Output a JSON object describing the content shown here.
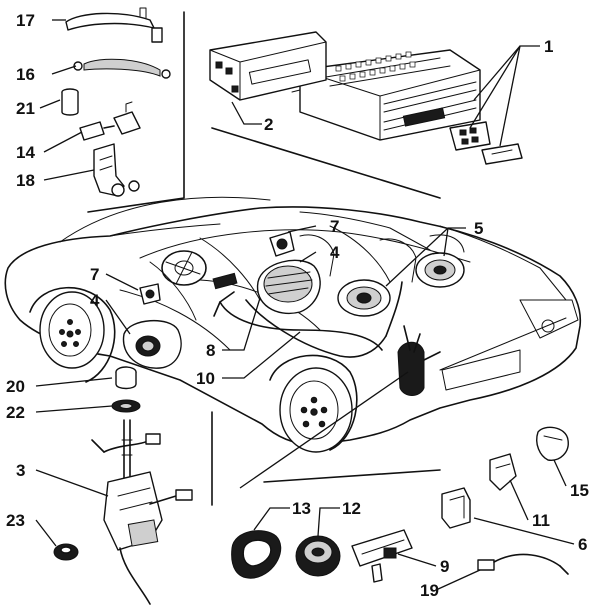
{
  "callouts": {
    "c1": "1",
    "c2": "2",
    "c3": "3",
    "c4a": "4",
    "c4b": "4",
    "c5": "5",
    "c6": "6",
    "c7a": "7",
    "c7b": "7",
    "c8": "8",
    "c9": "9",
    "c10": "10",
    "c11": "11",
    "c12": "12",
    "c13": "13",
    "c14": "14",
    "c15": "15",
    "c16": "16",
    "c17": "17",
    "c18": "18",
    "c19": "19",
    "c20": "20",
    "c21": "21",
    "c22": "22",
    "c23": "23"
  }
}
